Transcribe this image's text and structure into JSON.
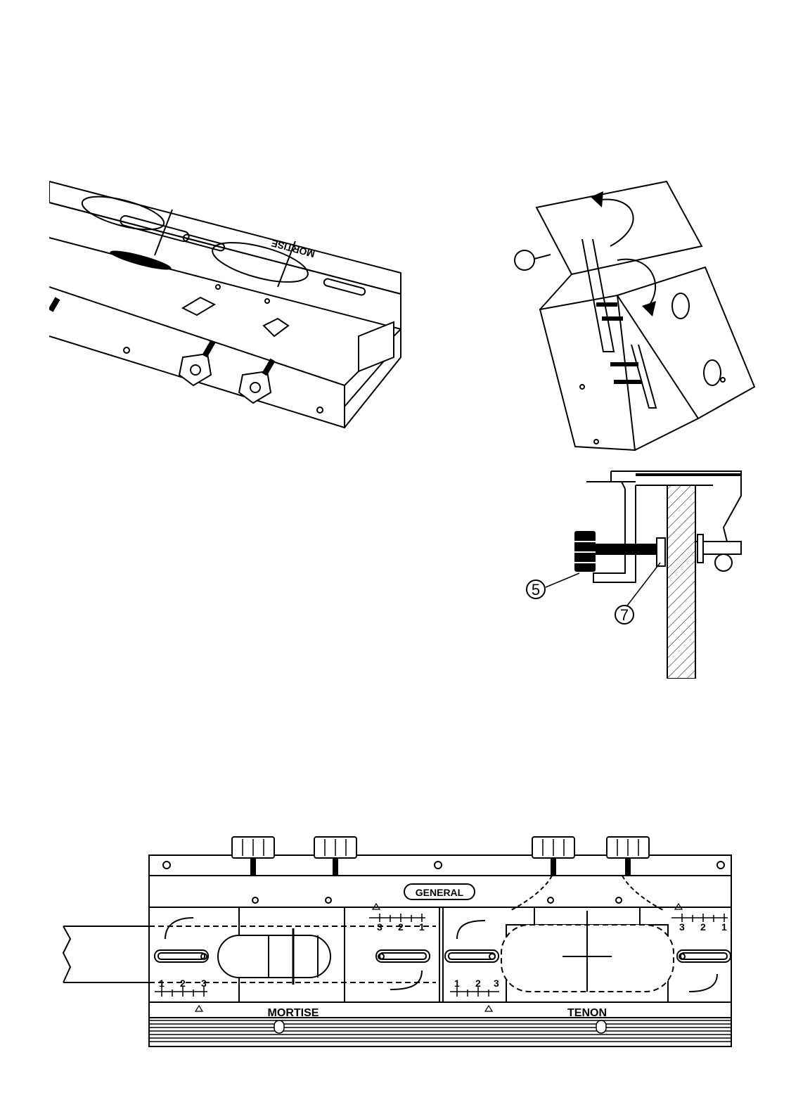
{
  "figure_top": {
    "label_mortise": "MORTISE"
  },
  "figure_flip": {
    "callout": ""
  },
  "figure_clamp": {
    "callout_5": "5",
    "callout_7": "7"
  },
  "figure_front": {
    "brand": "GENERAL",
    "label_mortise": "MORTISE",
    "label_tenon": "TENON",
    "scale_left_bottom": [
      "1",
      "2",
      "3"
    ],
    "scale_left_top": [
      "3",
      "2",
      "1"
    ],
    "scale_right_bottom": [
      "1",
      "2",
      "3"
    ],
    "scale_right_top": [
      "3",
      "2",
      "1"
    ]
  }
}
